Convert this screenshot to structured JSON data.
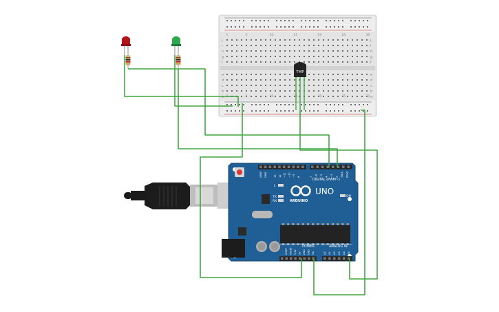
{
  "board": {
    "logo_text": "UNO",
    "brand_text": "ARDUINO",
    "digital_label": "DIGITAL (PWM~)",
    "power_label": "POWER",
    "analog_label": "ANALOG IN",
    "aref_label": "AREF",
    "gnd_label": "GND",
    "l_label": "L",
    "tx_label": "TX",
    "rx_label": "RX",
    "on_label": "ON",
    "digital_pins": [
      "13",
      "12",
      "~11",
      "~10",
      "~9",
      "8",
      "7",
      "~6",
      "~5",
      "4",
      "~3",
      "2",
      "TX▸1",
      "RX◂0"
    ],
    "power_pins": [
      "IOREF",
      "RESET",
      "3.3V",
      "5V",
      "GND",
      "GND",
      "Vin"
    ],
    "analog_pins": [
      "A0",
      "A1",
      "A2",
      "A3",
      "A4",
      "A5"
    ]
  },
  "sensor": {
    "label": "TMP"
  },
  "breadboard": {
    "row_letters_top": [
      "j",
      "i",
      "h",
      "g",
      "f"
    ],
    "row_letters_bottom": [
      "e",
      "d",
      "c",
      "b",
      "a"
    ],
    "column_numbers": [
      "1",
      "5",
      "10",
      "15",
      "20",
      "25",
      "30"
    ]
  },
  "leds": [
    {
      "color": "red",
      "hex": "#b3151b"
    },
    {
      "color": "green",
      "hex": "#2fa84f"
    }
  ],
  "colors": {
    "wire": "#3fa63f",
    "board": "#1f5f96",
    "breadboard": "#e6e6e6",
    "header": "#2a2a2a"
  }
}
